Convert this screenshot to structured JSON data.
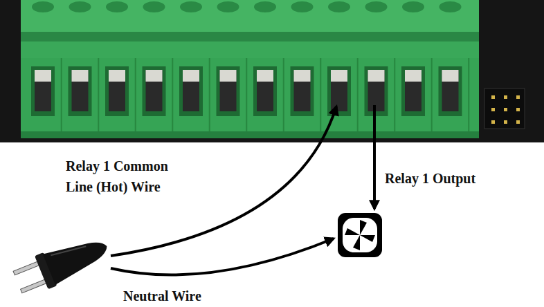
{
  "diagram": {
    "labels": [
      "Relay 1 Common Line (Hot) Wire",
      "Relay 1 Output",
      "Neutral Wire"
    ]
  }
}
